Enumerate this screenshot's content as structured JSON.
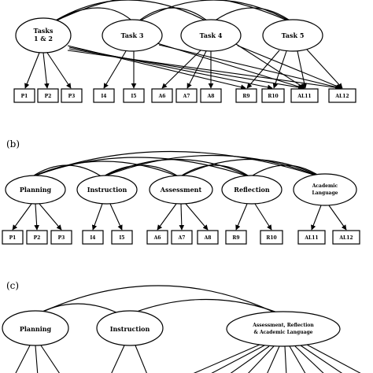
{
  "colors": {
    "stroke": "#000000",
    "fill": "#ffffff"
  },
  "panels": [
    {
      "label": "",
      "factors": [
        {
          "lines": [
            "Tasks",
            "1 & 2"
          ]
        },
        {
          "lines": [
            "Task 3"
          ]
        },
        {
          "lines": [
            "Task 4"
          ]
        },
        {
          "lines": [
            "Task 5"
          ]
        }
      ],
      "indicators": [
        "P1",
        "P2",
        "P3",
        "I4",
        "I5",
        "A6",
        "A7",
        "A8",
        "R9",
        "R10",
        "AL11",
        "AL12"
      ]
    },
    {
      "label": "(b)",
      "factors": [
        {
          "lines": [
            "Planning"
          ]
        },
        {
          "lines": [
            "Instruction"
          ]
        },
        {
          "lines": [
            "Assessment"
          ]
        },
        {
          "lines": [
            "Reflection"
          ]
        },
        {
          "lines": [
            "Academic",
            "Language"
          ]
        }
      ],
      "indicators": [
        "P1",
        "P2",
        "P3",
        "I4",
        "I5",
        "A6",
        "A7",
        "A8",
        "R9",
        "R10",
        "AL11",
        "AL12"
      ]
    },
    {
      "label": "(c)",
      "factors": [
        {
          "lines": [
            "Planning"
          ]
        },
        {
          "lines": [
            "Instruction"
          ]
        },
        {
          "lines": [
            "Assessment, Reflection",
            "& Academic Language"
          ]
        }
      ],
      "indicators": []
    }
  ]
}
